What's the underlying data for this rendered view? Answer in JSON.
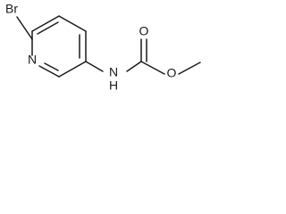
{
  "molecule": {
    "atoms": {
      "br": "Br",
      "n_ring": "N",
      "n_amide": "N",
      "h_amide": "H",
      "o_carbonyl": "O",
      "o_ester": "O"
    }
  }
}
